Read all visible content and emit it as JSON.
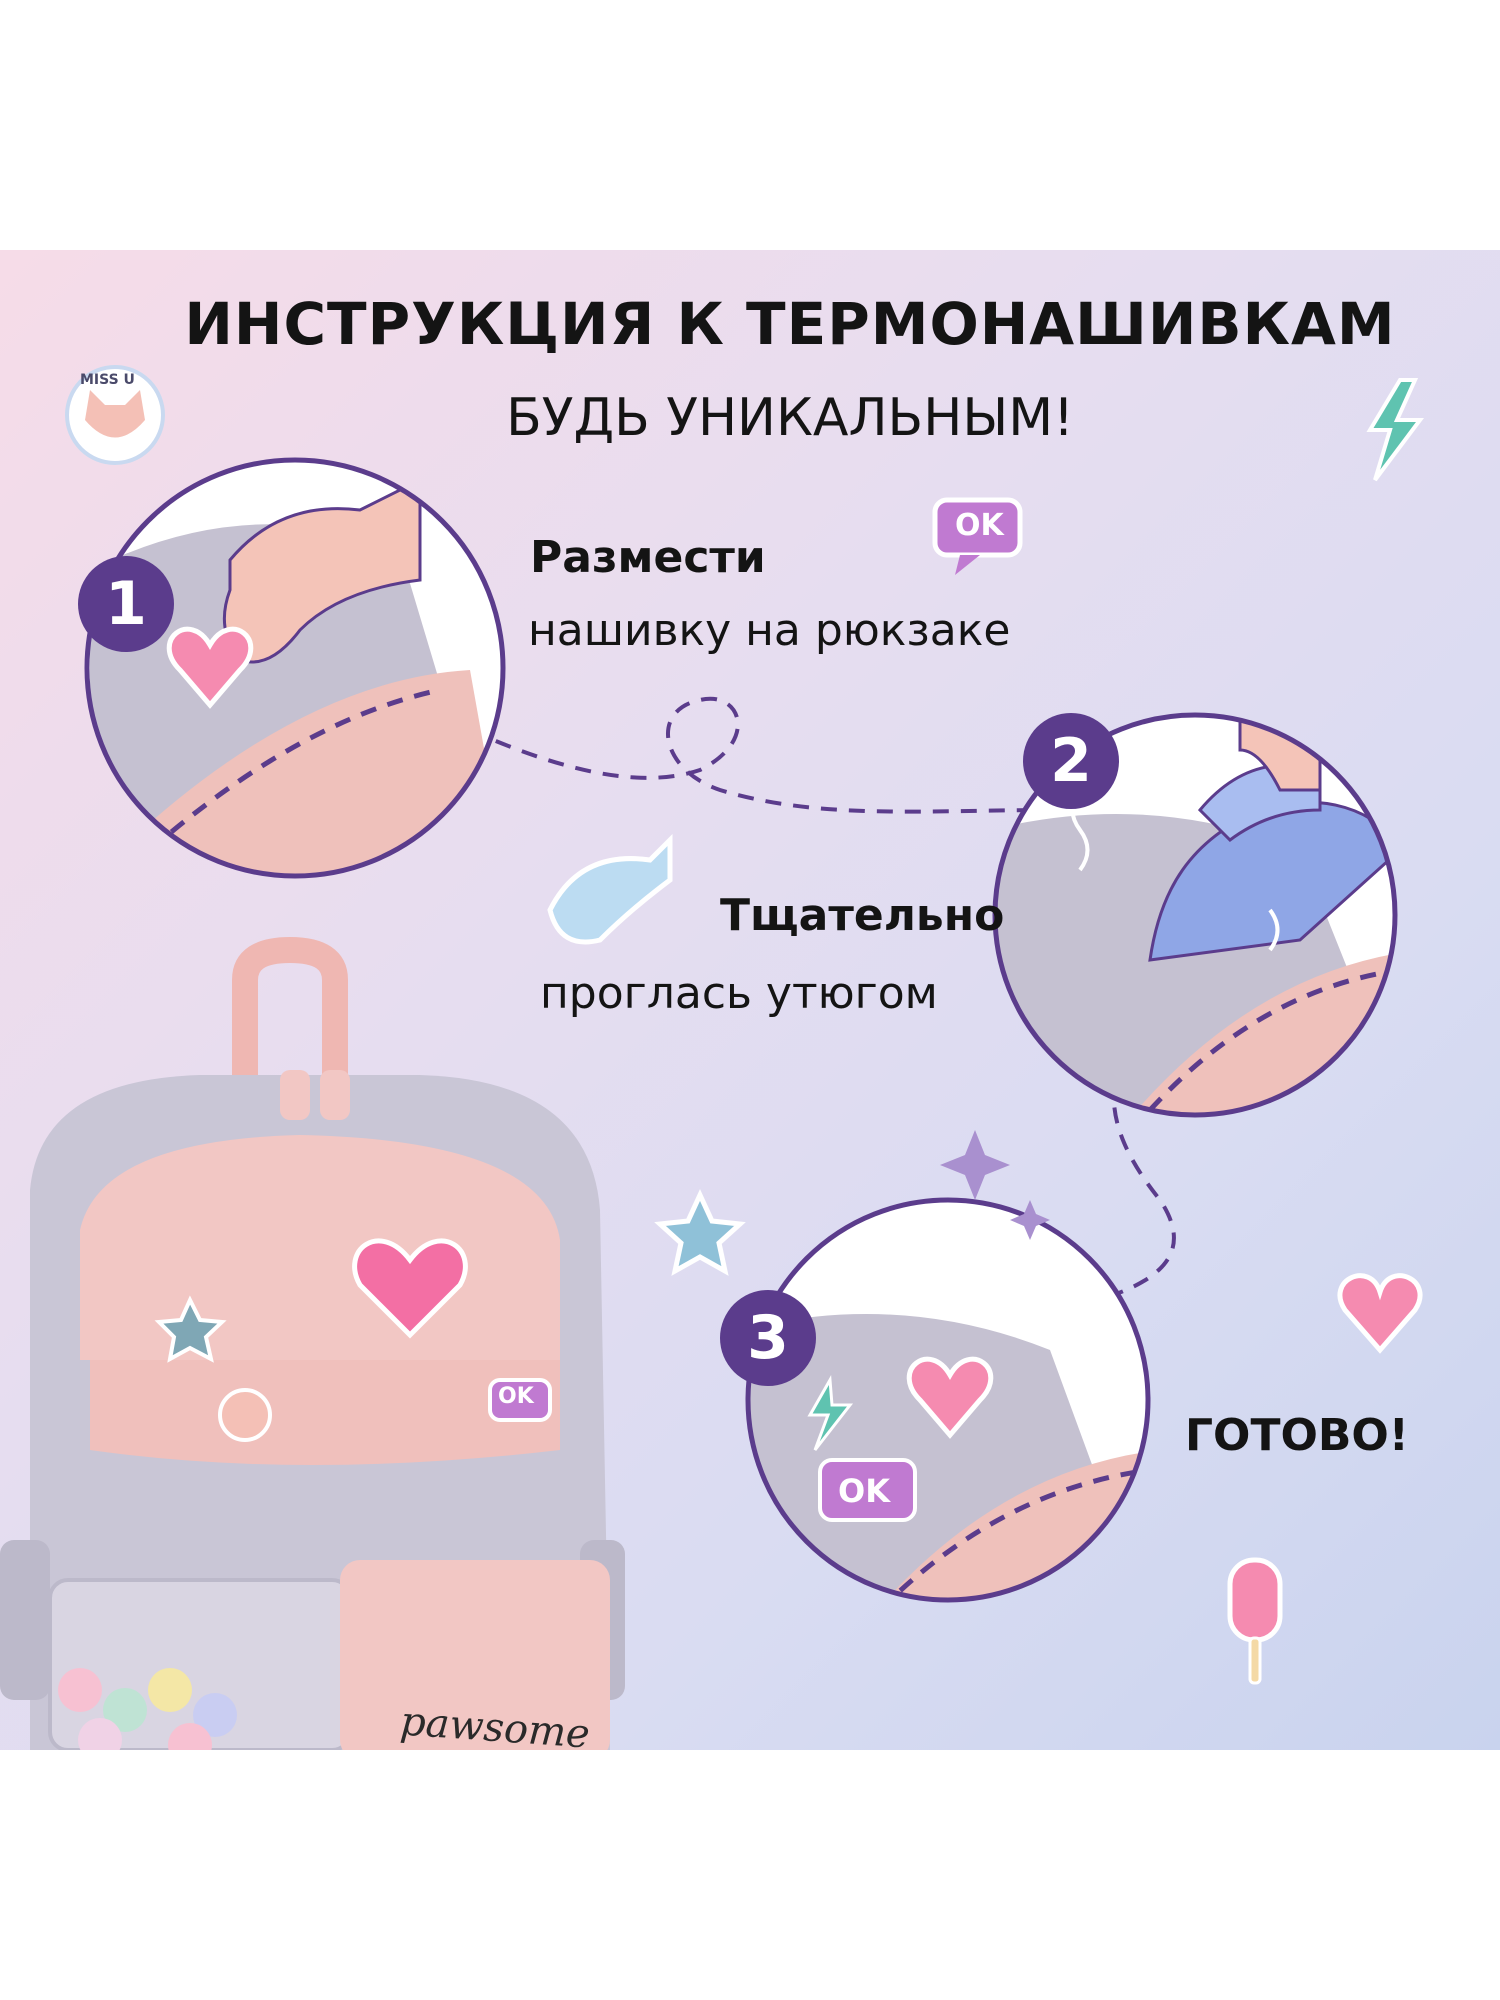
{
  "title": "ИНСТРУКЦИЯ К ТЕРМОНАШИВКАМ",
  "subtitle": "БУДЬ УНИКАЛЬНЫМ!",
  "steps": [
    {
      "number": "1",
      "heading": "Размести",
      "text": "нашивку на рюкзаке"
    },
    {
      "number": "2",
      "heading": "Тщательно",
      "text": "проглась утюгом"
    },
    {
      "number": "3",
      "heading": "ГОТОВО!",
      "text": ""
    }
  ],
  "stickers": {
    "ok_label": "OK",
    "cat_label": "MISS U"
  },
  "brand": "pawsome",
  "colors": {
    "accent": "#5b3c8c",
    "pink": "#f2c7c4",
    "grey": "#c9c6d6",
    "heart": "#f36fa4",
    "iron": "#8fa6e6"
  }
}
